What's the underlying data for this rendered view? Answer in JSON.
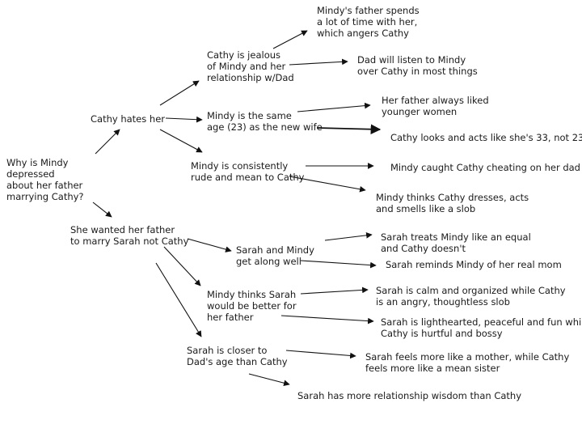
{
  "root": {
    "text": "Why is Mindy\ndepressed\nabout her father\nmarrying Cathy?"
  },
  "branch_cathy": {
    "text": "Cathy hates her"
  },
  "cathy_reasons": [
    {
      "id": "jealous",
      "text": "Cathy is jealous\nof Mindy and her\nrelationship w/Dad"
    },
    {
      "id": "same-age",
      "text": "Mindy is the same\nage (23) as the new wife"
    },
    {
      "id": "rude",
      "text": "Mindy is consistently\nrude and mean to Cathy"
    }
  ],
  "cathy_details": [
    {
      "id": "father-time",
      "text": "Mindy's father spends\na lot of time with her,\nwhich angers Cathy"
    },
    {
      "id": "dad-listens",
      "text": "Dad will listen to Mindy\nover Cathy in most things"
    },
    {
      "id": "younger-women",
      "text": "Her father always liked\nyounger women"
    },
    {
      "id": "looks-33",
      "text": "Cathy looks and acts like she's 33, not 23"
    },
    {
      "id": "caught-cheating",
      "text": "Mindy caught Cathy cheating on her dad"
    },
    {
      "id": "slob",
      "text": "Mindy thinks Cathy dresses, acts\nand smells like a slob"
    }
  ],
  "branch_sarah": {
    "text": "She wanted her father\nto marry Sarah not Cathy"
  },
  "sarah_reasons": [
    {
      "id": "get-along",
      "text": "Sarah and Mindy\nget along well"
    },
    {
      "id": "better",
      "text": "Mindy thinks Sarah\nwould be better for\nher father"
    },
    {
      "id": "closer-age",
      "text": "Sarah is closer to\nDad's age than Cathy"
    }
  ],
  "sarah_details": [
    {
      "id": "equal",
      "text": "Sarah treats Mindy like an equal\nand Cathy doesn't"
    },
    {
      "id": "real-mom",
      "text": "Sarah reminds Mindy of her real mom"
    },
    {
      "id": "calm",
      "text": "Sarah is calm and organized while Cathy\nis an angry, thoughtless slob"
    },
    {
      "id": "lighthearted",
      "text": "Sarah is lighthearted, peaceful and fun while\nCathy is hurtful and bossy"
    },
    {
      "id": "mother",
      "text": "Sarah feels more like a mother, while Cathy\nfeels more like a mean sister"
    },
    {
      "id": "wisdom",
      "text": "Sarah has more relationship wisdom than Cathy"
    }
  ]
}
